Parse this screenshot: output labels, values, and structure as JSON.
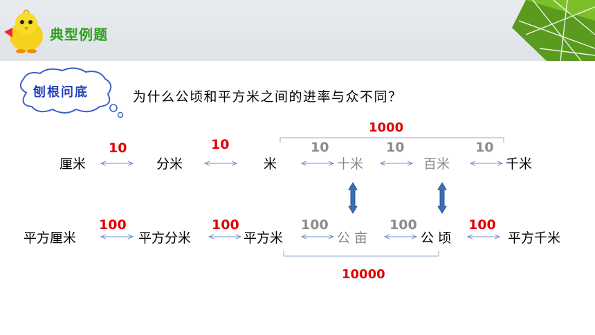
{
  "header": {
    "title": "典型例题"
  },
  "callout": {
    "label": "刨根问底",
    "question": "为什么公顷和平方米之间的进率与众不同？"
  },
  "length_row": {
    "units": [
      "厘米",
      "分米",
      "米",
      "十米",
      "百米",
      "千米"
    ],
    "rates": [
      "10",
      "10",
      "10",
      "10",
      "10"
    ],
    "span_total": "1000"
  },
  "area_row": {
    "units": [
      "平方厘米",
      "平方分米",
      "平方米",
      "公 亩",
      "公 顷",
      "平方千米"
    ],
    "rates": [
      "100",
      "100",
      "100",
      "100",
      "100"
    ],
    "span_total": "10000"
  },
  "colors": {
    "accent_red": "#e00000",
    "muted_grey": "#8c8c8c",
    "title_green": "#2e9e1f",
    "arrow_blue": "#3a6fb5"
  }
}
